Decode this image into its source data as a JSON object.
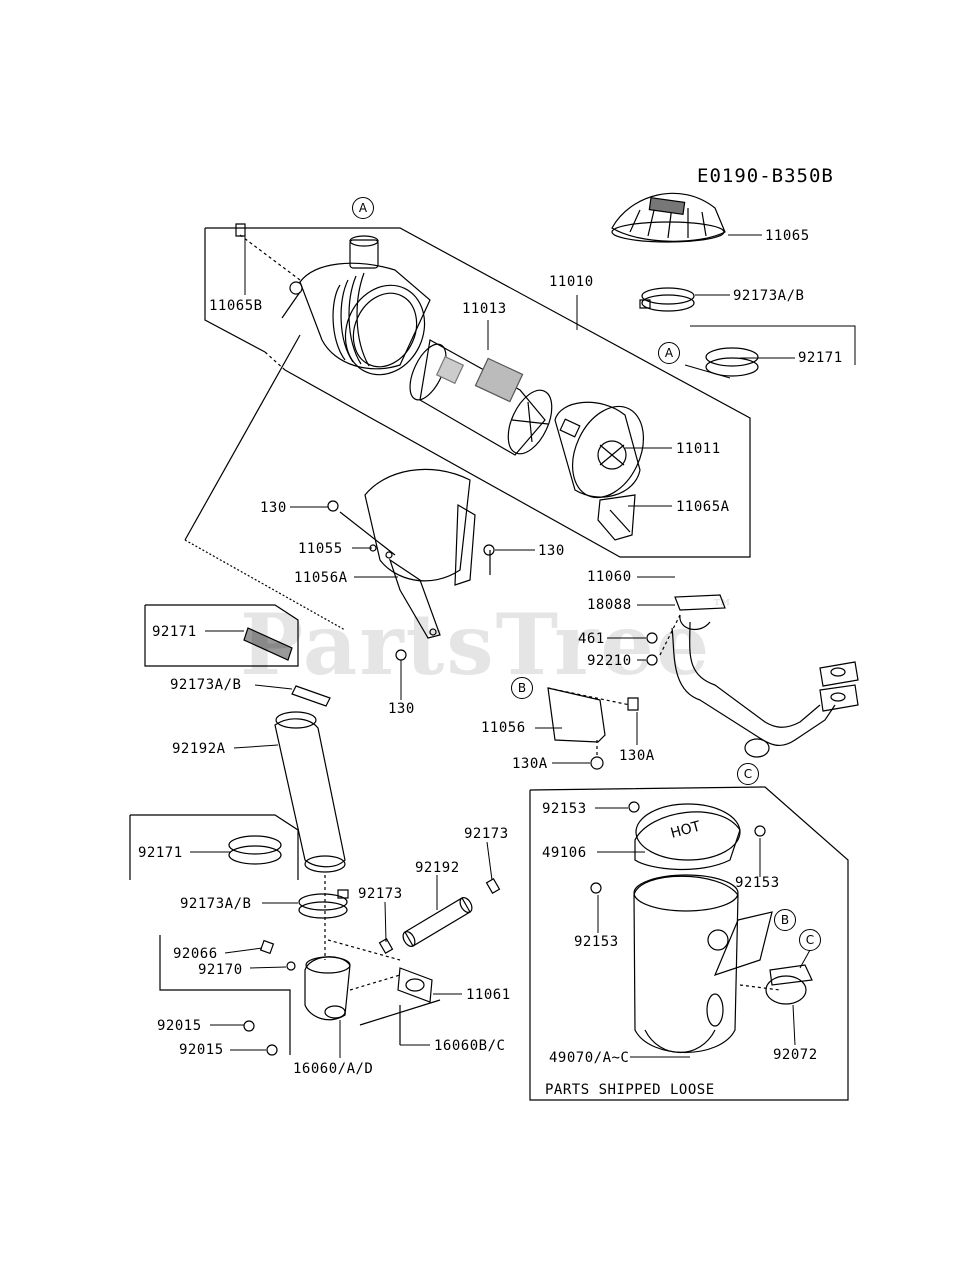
{
  "drawing_code": "E0190-B350B",
  "watermark": "PartsTree",
  "watermark_mark": "™",
  "note": "PARTS SHIPPED LOOSE",
  "refs": {
    "a1": "A",
    "a2": "A",
    "b1": "B",
    "b2": "B",
    "c1": "C",
    "c2": "C"
  },
  "labels": {
    "p11065": "11065",
    "p11065B": "11065B",
    "p11010": "11010",
    "p11013": "11013",
    "p92173AB_top": "92173A/B",
    "p92171_top": "92171",
    "p11011": "11011",
    "p11065A": "11065A",
    "p130_a": "130",
    "p11055": "11055",
    "p130_b": "130",
    "p11056A": "11056A",
    "p11060": "11060",
    "p18088": "18088",
    "p461": "461",
    "p92210": "92210",
    "p92171_mid": "92171",
    "p130_c": "130",
    "p92173AB_mid": "92173A/B",
    "p11056": "11056",
    "p130A_r": "130A",
    "p130A_l": "130A",
    "p92192A": "92192A",
    "p92153_a": "92153",
    "p49106": "49106",
    "p92153_b": "92153",
    "p92153_c": "92153",
    "p92171_low": "92171",
    "p92173_r": "92173",
    "p92192": "92192",
    "p92173_m": "92173",
    "p92173AB_low": "92173A/B",
    "p92066": "92066",
    "p92170": "92170",
    "p11061": "11061",
    "p92015_a": "92015",
    "p92015_b": "92015",
    "p16060AD": "16060/A/D",
    "p16060BC": "16060B/C",
    "p49070": "49070/A~C",
    "p92072": "92072"
  }
}
